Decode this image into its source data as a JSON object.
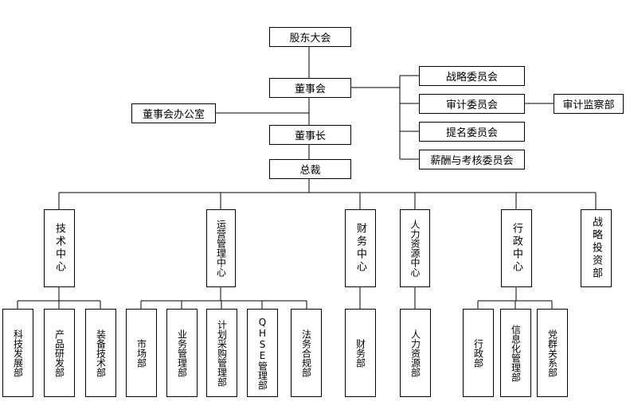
{
  "chart": {
    "gudong": "股东大会",
    "dongshihui": "董事会",
    "dongshihui_office": "董事会办公室",
    "dongshizhang": "董事长",
    "zongcai": "总裁",
    "committees": [
      "战略委员会",
      "审计委员会",
      "提名委员会",
      "薪酬与考核委员会"
    ],
    "audit_dept": "审计监察部",
    "centers": [
      "技术中心",
      "运营管理中心",
      "财务中心",
      "人力资源中心",
      "行政中心",
      "战略投资部"
    ],
    "departments": {
      "tech": [
        "科技发展部",
        "产品研发部",
        "装备技术部"
      ],
      "ops": [
        "市场部",
        "业务管理部",
        "计划采购管理部",
        "QHSE管理部",
        "法务合规部"
      ],
      "finance": [
        "财务部"
      ],
      "hr": [
        "人力资源部"
      ],
      "admin": [
        "行政部",
        "信息化管理部",
        "党群关系部"
      ]
    }
  }
}
